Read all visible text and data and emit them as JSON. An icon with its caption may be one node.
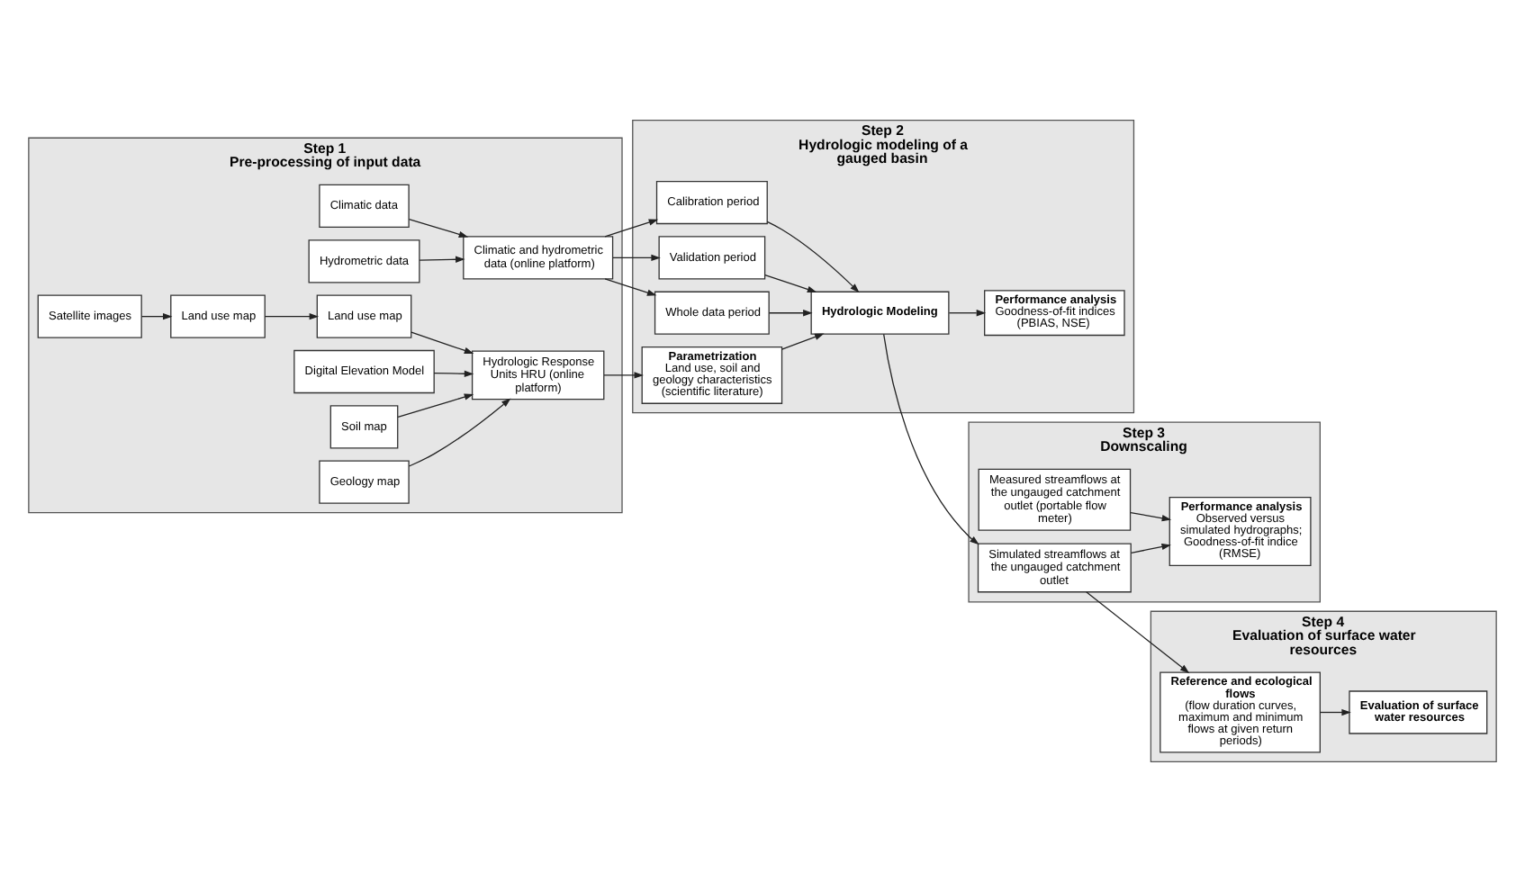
{
  "diagram": {
    "nodes": [
      {
        "text": [
          "Step 1",
          "Pre-processing of input data"
        ]
      },
      {
        "text": [
          "Climatic data"
        ],
        "in": 0
      },
      {
        "text": [
          "Hydrometric data"
        ],
        "in": 0
      },
      {
        "text": [
          "Climatic and hydrometric data (online platform)"
        ],
        "in": 0
      },
      {
        "text": [
          "Satellite images"
        ],
        "in": 0
      },
      {
        "text": [
          "Land use map"
        ],
        "in": 0
      },
      {
        "text": [
          "Land use map"
        ],
        "in": 0
      },
      {
        "text": [
          "Digital Elevation Model"
        ],
        "in": 0
      },
      {
        "text": [
          "Soil map"
        ],
        "in": 0
      },
      {
        "text": [
          "Geology map"
        ],
        "in": 0
      },
      {
        "text": [
          "Hydrologic Response Units HRU (online platform)"
        ],
        "in": 0
      },
      {
        "text": [
          "Step 2",
          "Hydrologic modeling of a gauged basin"
        ]
      },
      {
        "text": [
          "Calibration period"
        ],
        "in": 11
      },
      {
        "text": [
          "Validation period"
        ],
        "in": 11
      },
      {
        "text": [
          "Whole data period"
        ],
        "in": 11
      },
      {
        "text": [
          "Parametrization",
          "Land use, soil and geology characteristics (scientific literature)"
        ],
        "in": 11
      },
      {
        "text": [
          "Hydrologic Modeling"
        ],
        "in": 11
      },
      {
        "text": [
          "Performance analysis",
          "Goodness-of-fit indices (PBIAS, NSE)"
        ],
        "in": 11
      },
      {
        "text": [
          "Step 3",
          "Downscaling"
        ]
      },
      {
        "text": [
          "Simulated streamflows at the ungauged catchment outlet"
        ],
        "in": 18
      },
      {
        "text": [
          "Measured streamflows at the ungauged catchment outlet (portable flow meter)"
        ],
        "in": 18
      },
      {
        "text": [
          "Performance analysis",
          "Observed versus simulated hydrographs; Goodness-of-fit indice (RMSE)"
        ],
        "in": 18
      },
      {
        "text": [
          "Step 4",
          "Evaluation of surface water resources"
        ]
      },
      {
        "text": [
          "Reference and ecological flows",
          "(flow duration curves, maximum and minimum flows at given return periods)"
        ],
        "in": 22
      },
      {
        "text": [
          "Evaluation of surface water resources"
        ],
        "in": 22
      }
    ],
    "edges": [
      {
        "from": 1,
        "to": 3,
        "arrow": "to"
      },
      {
        "from": 2,
        "to": 3,
        "arrow": "to"
      },
      {
        "from": 4,
        "to": 5,
        "arrow": "to"
      },
      {
        "from": 5,
        "to": 6,
        "arrow": "to"
      },
      {
        "from": 6,
        "to": 10,
        "arrow": "to"
      },
      {
        "from": 7,
        "to": 10,
        "arrow": "to"
      },
      {
        "from": 8,
        "to": 10,
        "arrow": "to"
      },
      {
        "from": 9,
        "to": 10,
        "arrow": "to"
      },
      {
        "from": 3,
        "to": 12,
        "arrow": "to"
      },
      {
        "from": 3,
        "to": 13,
        "arrow": "to"
      },
      {
        "from": 3,
        "to": 14,
        "arrow": "to"
      },
      {
        "from": 10,
        "to": 15,
        "arrow": "to"
      },
      {
        "from": 12,
        "to": 16,
        "arrow": "to"
      },
      {
        "from": 13,
        "to": 16,
        "arrow": "to"
      },
      {
        "from": 14,
        "to": 16,
        "arrow": "to"
      },
      {
        "from": 15,
        "to": 16,
        "arrow": "to"
      },
      {
        "from": 16,
        "to": 17,
        "arrow": "to"
      },
      {
        "from": 16,
        "to": 19,
        "arrow": "to"
      },
      {
        "from": 19,
        "to": 21,
        "arrow": "to"
      },
      {
        "from": 20,
        "to": 21,
        "arrow": "to"
      },
      {
        "from": 19,
        "to": 23,
        "arrow": "to"
      },
      {
        "from": 23,
        "to": 24,
        "arrow": "to"
      }
    ]
  }
}
